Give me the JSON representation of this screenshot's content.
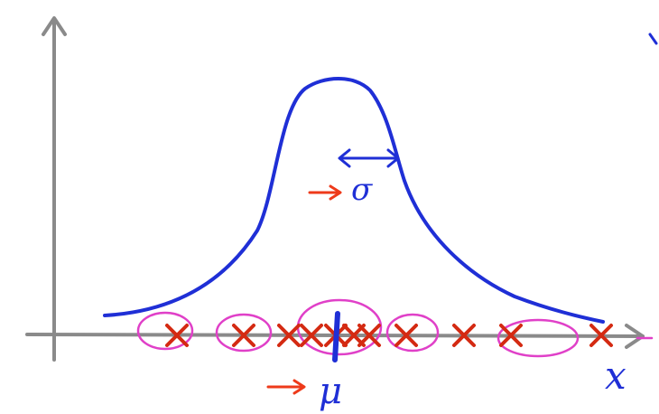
{
  "labels": {
    "sigma": "σ",
    "mu": "μ",
    "x_axis": "x"
  },
  "colors": {
    "axis": "#8a8a8a",
    "curve": "#1f2fd6",
    "cross": "#d42a12",
    "circle": "#e040c8",
    "arrow": "#ee3a1a",
    "text": "#1f2fd6"
  }
}
